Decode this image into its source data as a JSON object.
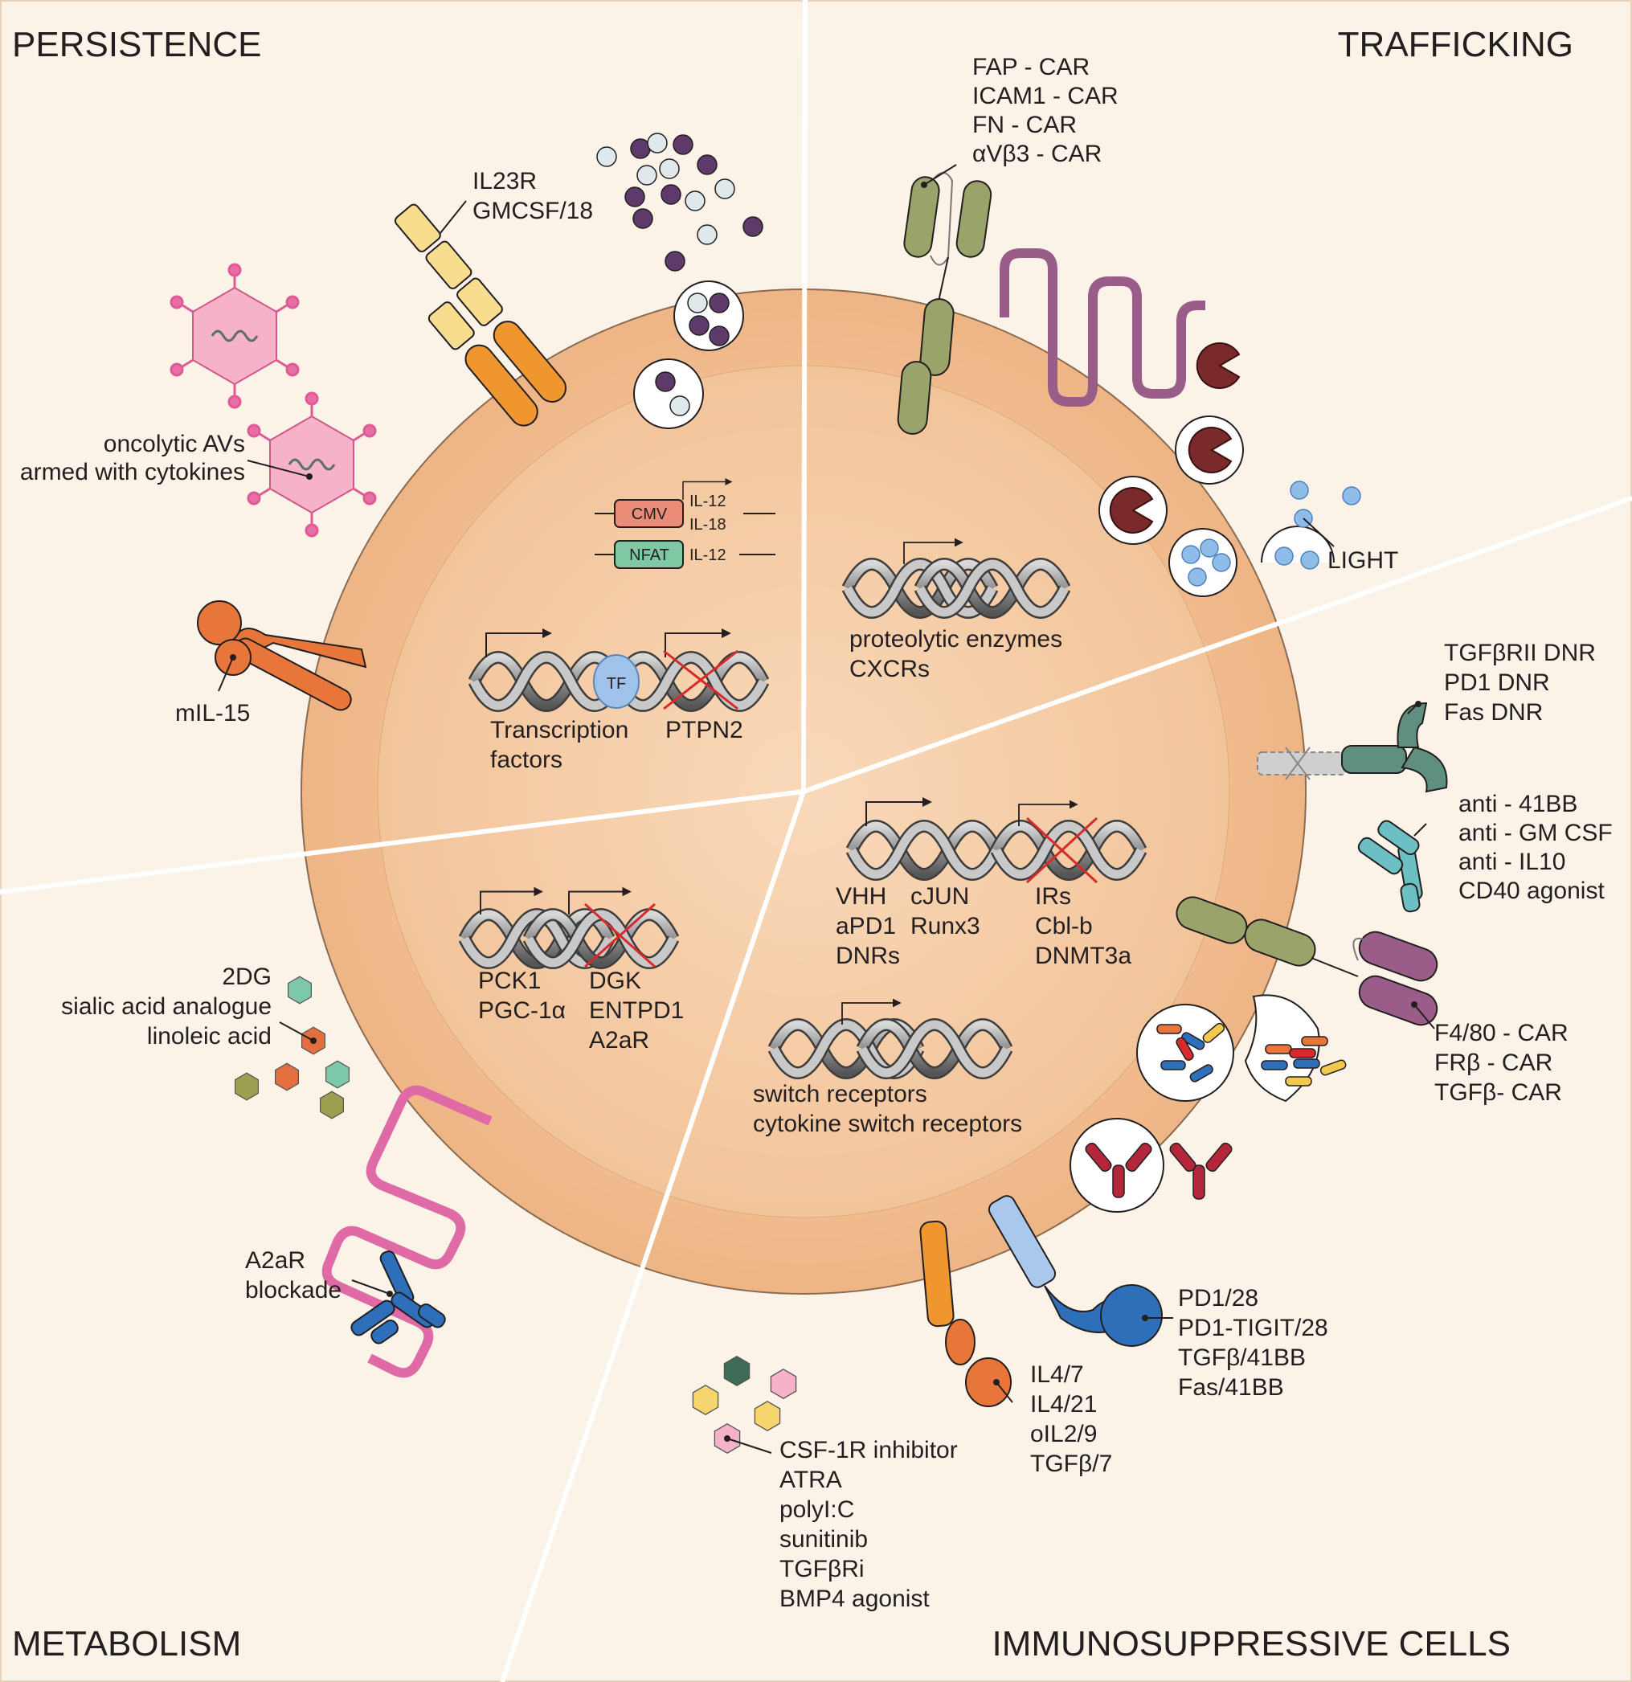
{
  "colors": {
    "background": "#fbf3e8",
    "cell_outer": "#f2c196",
    "cell_inner": "#f5c9a1",
    "divider": "#ffffff",
    "cytokine_receptor": "#f0962f",
    "car_green": "#9aa46a",
    "car_purple": "#9a5d8a",
    "enzyme": "#7a2a2a",
    "light_blue": "#8fbde8",
    "dnr_teal": "#5f8f7e",
    "antibody_teal": "#6cc0c4",
    "antibody_red": "#b4273a",
    "pd1_blue": "#2d6fb8",
    "cytokine_pink": "#e86fa5",
    "metabolite_teal": "#7dc7aa",
    "metabolite_orange": "#e36f3e",
    "metabolite_olive": "#9aa050",
    "il15_orange": "#e8763a",
    "virus_pink": "#f6b2c8",
    "knockout_red": "#d82a2a",
    "tf_blue": "#9fc3ea",
    "cmv_red": "#ea8c78",
    "nfat_green": "#7ec9a4"
  },
  "quadrants": {
    "persistence": "PERSISTENCE",
    "trafficking": "TRAFFICKING",
    "metabolism": "METABOLISM",
    "immunosuppressive": "IMMUNOSUPPRESSIVE CELLS"
  },
  "persistence": {
    "il23r": [
      "IL23R",
      "GMCSF/18"
    ],
    "oncolytic": [
      "oncolytic AVs",
      "armed with cytokines"
    ],
    "mil15": "mIL-15",
    "cmv_box": "CMV",
    "nfat_box": "NFAT",
    "cmv_genes": [
      "IL-12",
      "IL-18"
    ],
    "nfat_gene": "IL-12",
    "tf_bubble": "TF",
    "tf_label": [
      "Transcription",
      "factors"
    ],
    "ptpn2": "PTPN2"
  },
  "trafficking": {
    "car_list": [
      "FAP - CAR",
      "ICAM1 - CAR",
      "FN - CAR",
      "αVβ3 - CAR"
    ],
    "enzymes": [
      "proteolytic enzymes",
      "CXCRs"
    ],
    "light": "LIGHT",
    "dnr_list": [
      "TGFβRII DNR",
      "PD1 DNR",
      "Fas DNR"
    ]
  },
  "immunosuppressive": {
    "antibody_list": [
      "anti - 41BB",
      "anti - GM CSF",
      "anti - IL10",
      "CD40 agonist"
    ],
    "macro_car": [
      "F4/80 - CAR",
      "FRβ - CAR",
      "TGFβ- CAR"
    ],
    "gene_col1": [
      "VHH",
      "aPD1",
      "DNRs"
    ],
    "gene_col2": [
      "cJUN",
      "Runx3"
    ],
    "gene_col3": [
      "IRs",
      "Cbl-b",
      "DNMT3a"
    ],
    "switch": [
      "switch receptors",
      "cytokine switch receptors"
    ],
    "pd1_list": [
      "PD1/28",
      "PD1-TIGIT/28",
      "TGFβ/41BB",
      "Fas/41BB"
    ],
    "il4_list": [
      "IL4/7",
      "IL4/21",
      "oIL2/9",
      "TGFβ/7"
    ],
    "drug_list": [
      "CSF-1R inhibitor",
      "ATRA",
      "polyI:C",
      "sunitinib",
      "TGFβRi",
      "BMP4 agonist"
    ]
  },
  "metabolism": {
    "metabolites": [
      "2DG",
      "sialic acid analogue",
      "linoleic acid"
    ],
    "a2ar": [
      "A2aR",
      "blockade"
    ],
    "gene_left": [
      "PCK1",
      "PGC-1α"
    ],
    "gene_right": [
      "DGK",
      "ENTPD1",
      "A2aR"
    ]
  }
}
